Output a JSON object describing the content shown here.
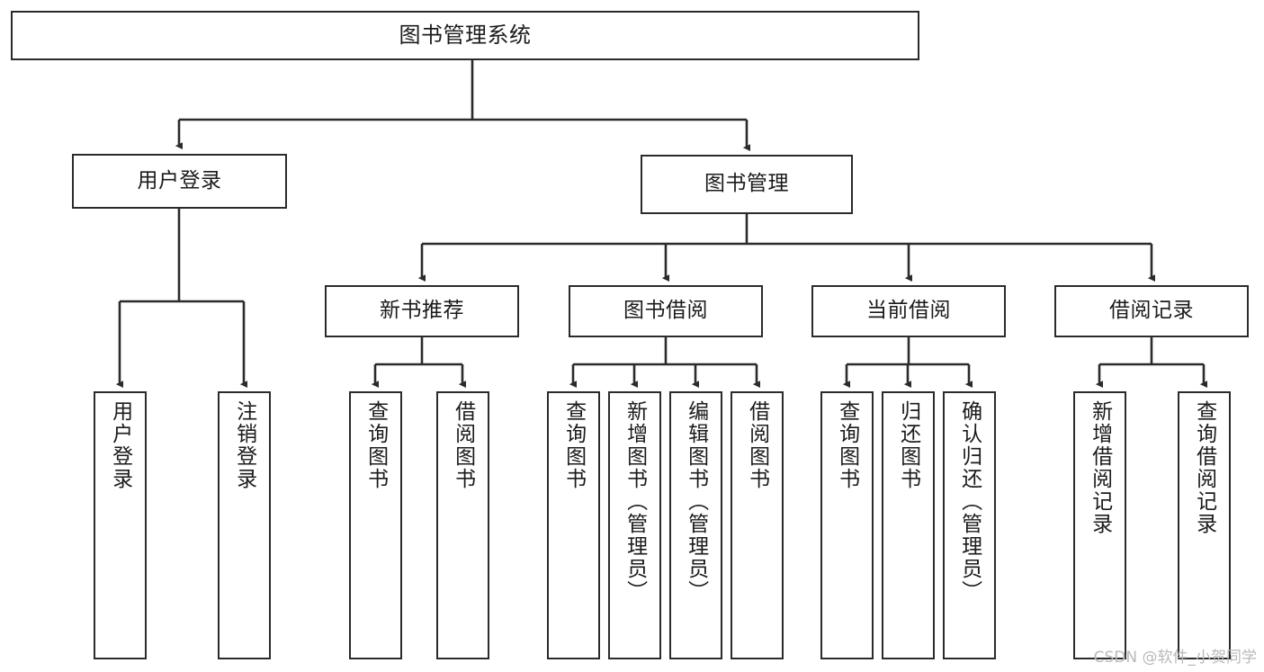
{
  "diagram": {
    "title": "图书管理系统",
    "type": "hierarchy-tree",
    "watermark": "CSDN @软件_小贺同学",
    "colors": {
      "box_border": "#2b2b2b",
      "box_fill": "#ffffff",
      "connector": "#2b2b2b",
      "text": "#1b1b1b",
      "watermark": "#b9b9b9",
      "background": "#ffffff"
    },
    "nodes": {
      "root": {
        "label": "图书管理系统"
      },
      "level2": [
        {
          "label": "用户登录"
        },
        {
          "label": "图书管理"
        }
      ],
      "level3": [
        {
          "label": "新书推荐"
        },
        {
          "label": "图书借阅"
        },
        {
          "label": "当前借阅"
        },
        {
          "label": "借阅记录"
        }
      ],
      "leaves": {
        "user_login": [
          {
            "label": "用户登录"
          },
          {
            "label": "注销登录"
          }
        ],
        "new_book_recommend": [
          {
            "label": "查询图书"
          },
          {
            "label": "借阅图书"
          }
        ],
        "book_borrow": [
          {
            "label": "查询图书"
          },
          {
            "label": "新增图书（管理员）"
          },
          {
            "label": "编辑图书（管理员）"
          },
          {
            "label": "借阅图书"
          }
        ],
        "current_borrow": [
          {
            "label": "查询图书"
          },
          {
            "label": "归还图书"
          },
          {
            "label": "确认归还（管理员）"
          }
        ],
        "borrow_record": [
          {
            "label": "新增借阅记录"
          },
          {
            "label": "查询借阅记录"
          }
        ]
      }
    }
  }
}
